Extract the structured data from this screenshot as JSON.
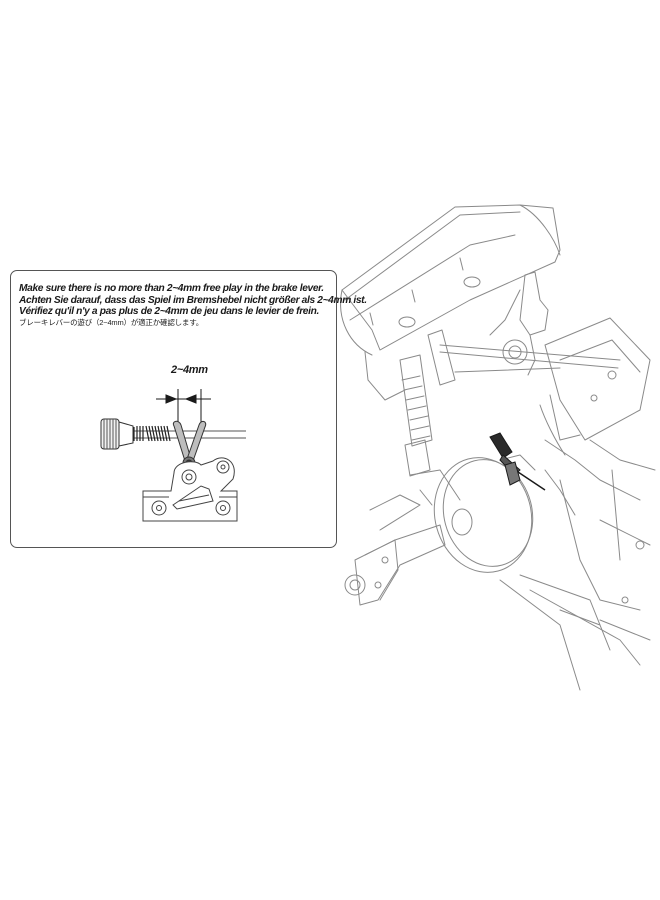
{
  "callout": {
    "instructions": [
      {
        "lang": "en",
        "text": "Make sure there is no more than 2~4mm free play in the brake lever."
      },
      {
        "lang": "de",
        "text": "Achten Sie darauf, dass das Spiel im Bremshebel nicht größer als 2~4mm ist."
      },
      {
        "lang": "fr",
        "text": "Vérifiez qu'il n'y a pas plus de 2~4mm de jeu dans le levier de frein."
      },
      {
        "lang": "ja",
        "text": "ブレーキレバーの遊び（2~4mm）が適正か確認します。"
      }
    ],
    "detail": {
      "dimension_label": "2~4mm",
      "parts": [
        "adjuster-knob",
        "cable-spring",
        "brake-lever",
        "lever-mount-plate"
      ]
    }
  },
  "illustration": {
    "subject": "RC buggy rear chassis line drawing",
    "highlighted_part": "brake-cable-adjuster",
    "line_color": "#7a7a7a",
    "highlight_color": "#1a1a1a"
  }
}
